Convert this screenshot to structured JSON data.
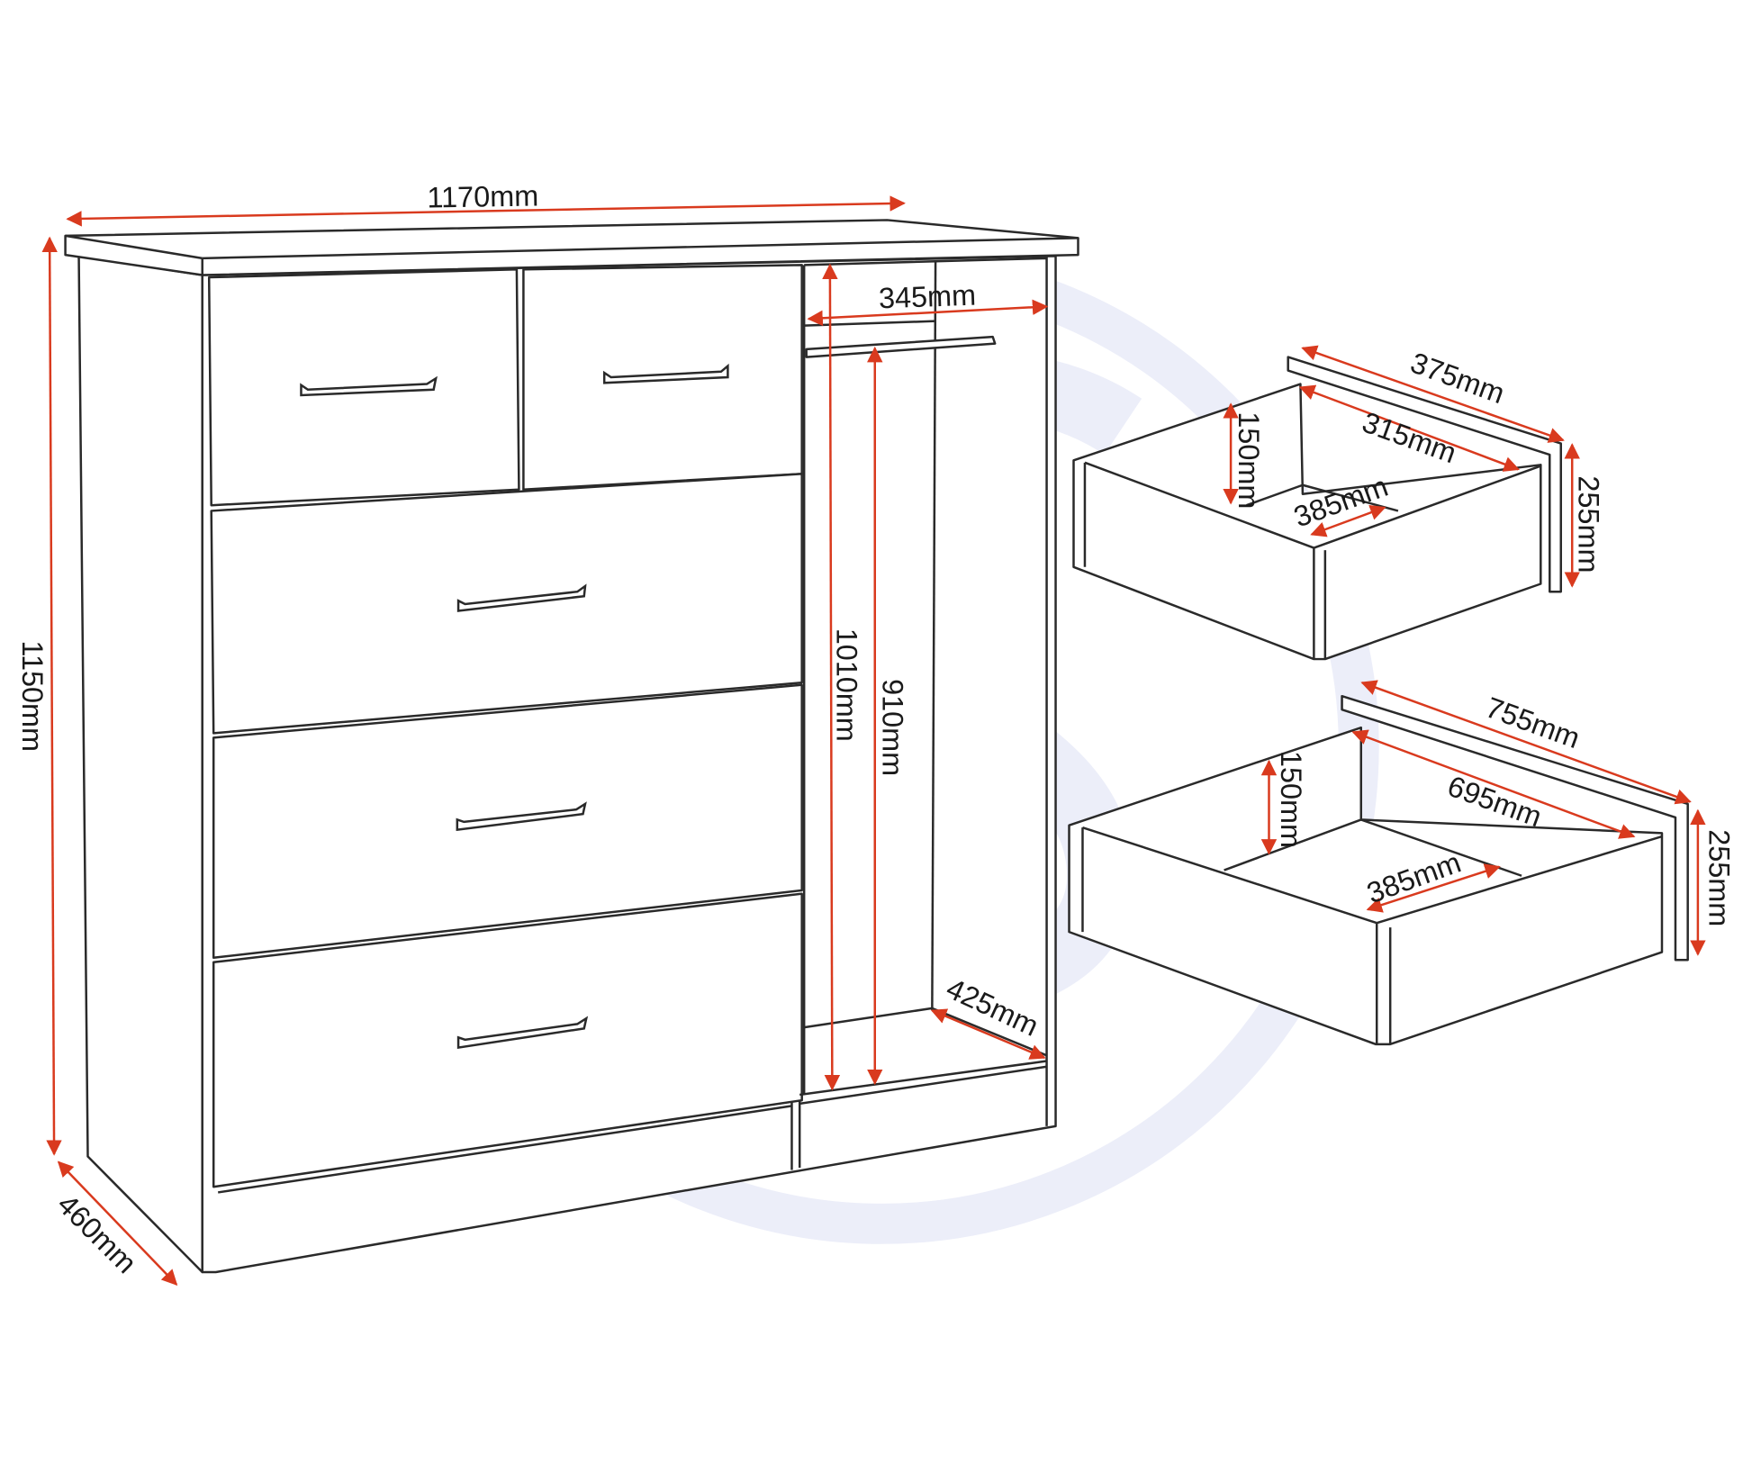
{
  "colors": {
    "dimension": "#d93a1e",
    "outline": "#2a2a2a",
    "watermark": "#eceef9"
  },
  "cabinet": {
    "width": "1170mm",
    "height": "1150mm",
    "depth": "460mm",
    "door_inner_width": "345mm",
    "door_inner_height": "1010mm",
    "hanging_height": "910mm",
    "inner_depth": "425mm"
  },
  "small_drawer": {
    "outer_depth": "375mm",
    "inner_depth": "315mm",
    "inner_height": "150mm",
    "inner_width": "385mm",
    "front_height": "255mm"
  },
  "large_drawer": {
    "outer_depth": "755mm",
    "inner_depth": "695mm",
    "inner_height": "150mm",
    "inner_width": "385mm",
    "front_height": "255mm"
  }
}
